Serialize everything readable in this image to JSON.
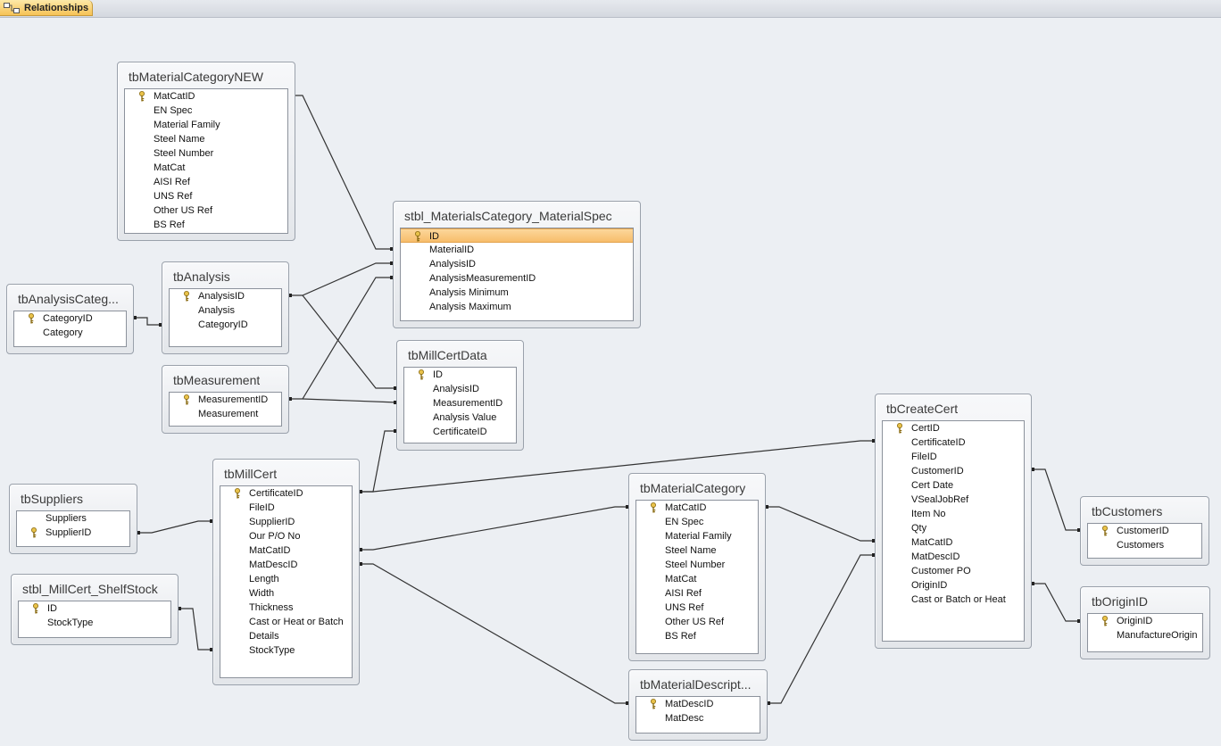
{
  "tab": {
    "label": "Relationships",
    "icon": "relationships-icon"
  },
  "tables": {
    "tbMaterialCategoryNEW": {
      "title": "tbMaterialCategoryNEW",
      "fields": [
        "MatCatID",
        "EN Spec",
        "Material Family",
        "Steel Name",
        "Steel Number",
        "MatCat",
        "AISI Ref",
        "UNS Ref",
        "Other US Ref",
        "BS Ref"
      ]
    },
    "stbl_MaterialsCategory_MaterialSpec": {
      "title": "stbl_MaterialsCategory_MaterialSpec",
      "fields": [
        "ID",
        "MaterialID",
        "AnalysisID",
        "AnalysisMeasurementID",
        "Analysis Minimum",
        "Analysis Maximum"
      ]
    },
    "tbAnalysis": {
      "title": "tbAnalysis",
      "fields": [
        "AnalysisID",
        "Analysis",
        "CategoryID"
      ]
    },
    "tbAnalysisCateg": {
      "title": "tbAnalysisCateg...",
      "fields": [
        "CategoryID",
        "Category"
      ]
    },
    "tbMeasurement": {
      "title": "tbMeasurement",
      "fields": [
        "MeasurementID",
        "Measurement"
      ]
    },
    "tbMillCertData": {
      "title": "tbMillCertData",
      "fields": [
        "ID",
        "AnalysisID",
        "MeasurementID",
        "Analysis Value",
        "CertificateID"
      ]
    },
    "tbMillCert": {
      "title": "tbMillCert",
      "fields": [
        "CertificateID",
        "FileID",
        "SupplierID",
        "Our P/O No",
        "MatCatID",
        "MatDescID",
        "Length",
        "Width",
        "Thickness",
        "Cast or Heat or Batch",
        "Details",
        "StockType"
      ]
    },
    "tbSuppliers": {
      "title": "tbSuppliers",
      "fields": [
        "Suppliers",
        "SupplierID"
      ]
    },
    "stbl_MillCert_ShelfStock": {
      "title": "stbl_MillCert_ShelfStock",
      "fields": [
        "ID",
        "StockType"
      ]
    },
    "tbMaterialCategory": {
      "title": "tbMaterialCategory",
      "fields": [
        "MatCatID",
        "EN Spec",
        "Material Family",
        "Steel Name",
        "Steel Number",
        "MatCat",
        "AISI Ref",
        "UNS Ref",
        "Other US Ref",
        "BS Ref"
      ]
    },
    "tbMaterialDescript": {
      "title": "tbMaterialDescript...",
      "fields": [
        "MatDescID",
        "MatDesc"
      ]
    },
    "tbCreateCert": {
      "title": "tbCreateCert",
      "fields": [
        "CertID",
        "CertificateID",
        "FileID",
        "CustomerID",
        "Cert Date",
        "VSealJobRef",
        "Item No",
        "Qty",
        "MatCatID",
        "MatDescID",
        "Customer PO",
        "OriginID",
        "Cast or Batch or Heat"
      ]
    },
    "tbCustomers": {
      "title": "tbCustomers",
      "fields": [
        "CustomerID",
        "Customers"
      ]
    },
    "tbOriginID": {
      "title": "tbOriginID",
      "fields": [
        "OriginID",
        "ManufactureOrigin"
      ]
    }
  },
  "colors": {
    "selection": "#f7bd6b",
    "line": "#333333",
    "key": "#d4a72c"
  }
}
